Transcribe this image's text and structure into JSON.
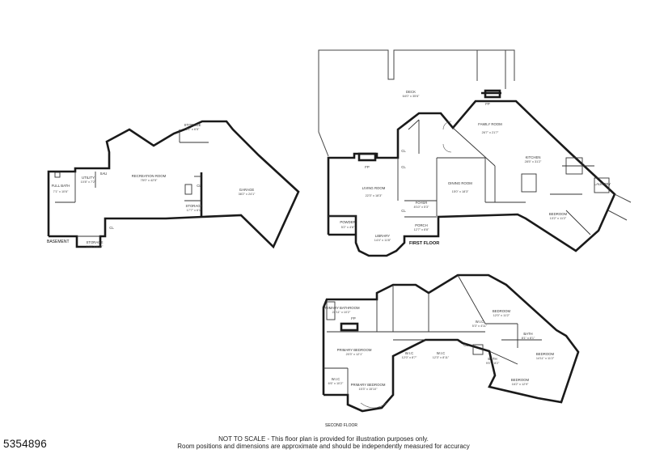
{
  "floors": {
    "basement": "BASEMENT",
    "first": "FIRST FLOOR",
    "second": "SECOND FLOOR"
  },
  "rooms": {
    "storage_top": {
      "name": "STORAGE",
      "dims": "8'1\" x 6'5\""
    },
    "recreation": {
      "name": "RECREATION ROOM",
      "dims": "75'0\" x 42'5\""
    },
    "utility": {
      "name": "UTILITY",
      "dims": "10'8\" x 7'2\""
    },
    "sau": {
      "name": "SAU",
      "dims": ""
    },
    "full_bath": {
      "name": "FULL BATH",
      "dims": "7'1\" x 10'6\""
    },
    "storage_mid": {
      "name": "STORAGE",
      "dims": "17'7\" x 6'1\""
    },
    "storage_bottom": {
      "name": "STORAGE",
      "dims": "14'5\" x 6'10\""
    },
    "garage": {
      "name": "GARAGE",
      "dims": "38'2\" x 24'1\""
    },
    "deck": {
      "name": "DECK",
      "dims": "64'0\" x 35'6\""
    },
    "family": {
      "name": "FAMILY ROOM",
      "dims": "26'7\" x 21'7\""
    },
    "kitchen": {
      "name": "KITCHEN",
      "dims": "28'5\" x 31'2\""
    },
    "living": {
      "name": "LIVING ROOM",
      "dims": "22'3\" x 18'3\""
    },
    "dining": {
      "name": "DINING ROOM",
      "dims": "15'0\" x 18'3\""
    },
    "foyer": {
      "name": "FOYER",
      "dims": "8'10\" x 5'3\""
    },
    "porch": {
      "name": "PORCH",
      "dims": "12'7\" x 8'8\""
    },
    "library": {
      "name": "LIBRARY",
      "dims": "14'4\" x 11'8\""
    },
    "powder": {
      "name": "POWDER",
      "dims": "5'2\" x 4'8\""
    },
    "bedroom_first": {
      "name": "BEDROOM",
      "dims": "13'2\" x 11'2\""
    },
    "laundry": {
      "name": "LAUNDRY",
      "dims": ""
    },
    "primary_bath": {
      "name": "PRIMARY BATHROOM",
      "dims": "24'11\" x 10'2\""
    },
    "primary_bedroom_a": {
      "name": "PRIMARY BEDROOM",
      "dims": "20'3\" x 12'1\""
    },
    "primary_bedroom_b": {
      "name": "PRIMARY BEDROOM",
      "dims": "15'3\" x 15'10\""
    },
    "wic_1": {
      "name": "W.I.C",
      "dims": "6'6\" x 10'2\""
    },
    "wic_2": {
      "name": "W.I.C",
      "dims": "12'0\" x 8'7\""
    },
    "wic_3": {
      "name": "W.I.C",
      "dims": "12'3\" x 8'11\""
    },
    "wic_4": {
      "name": "W.I.C",
      "dims": "5'3\" x 4'11\""
    },
    "bedroom_a": {
      "name": "BEDROOM",
      "dims": "12'0\" x 11'2\""
    },
    "bedroom_b": {
      "name": "BEDROOM",
      "dims": "14'11\" x 11'2\""
    },
    "bedroom_c": {
      "name": "BEDROOM",
      "dims": "16'2\" x 12'9\""
    },
    "bath_2": {
      "name": "BATH",
      "dims": "9'5\" x 8'2\""
    },
    "bath_3": {
      "name": "BATH",
      "dims": "8'1\" x 8'1\""
    }
  },
  "marks": {
    "cl": "CL",
    "fp": "FP"
  },
  "notes": {
    "line1": "NOT TO SCALE - This floor plan is provided for illustration purposes only.",
    "line2": "Room positions and dimensions are approximate and should be independently measured for accuracy"
  },
  "listing_id": "5354896"
}
